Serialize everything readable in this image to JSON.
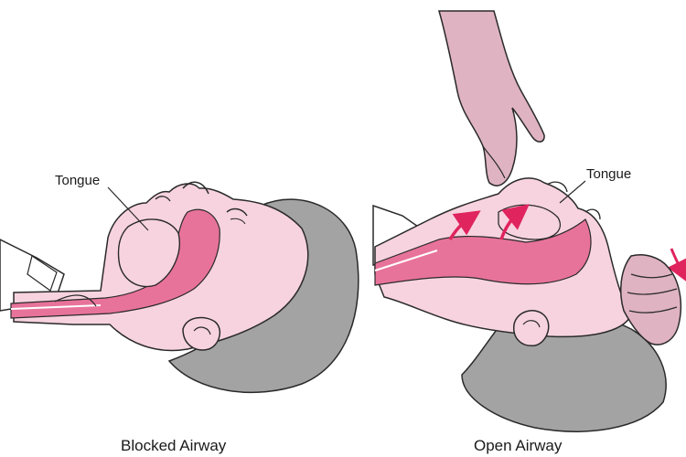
{
  "left_panel": {
    "tongue_label": "Tongue",
    "caption": "Blocked Airway"
  },
  "right_panel": {
    "tongue_label": "Tongue",
    "caption": "Open Airway"
  },
  "colors": {
    "skin": "#f7d3df",
    "airway": "#e8739a",
    "arrow": "#e0245e",
    "hair": "#a3a3a3",
    "hand": "#dfb3c2",
    "outline": "#2a2a2a"
  },
  "icons": [
    "finger-lift-hand",
    "head-tilt-hand",
    "movement-arrow"
  ]
}
